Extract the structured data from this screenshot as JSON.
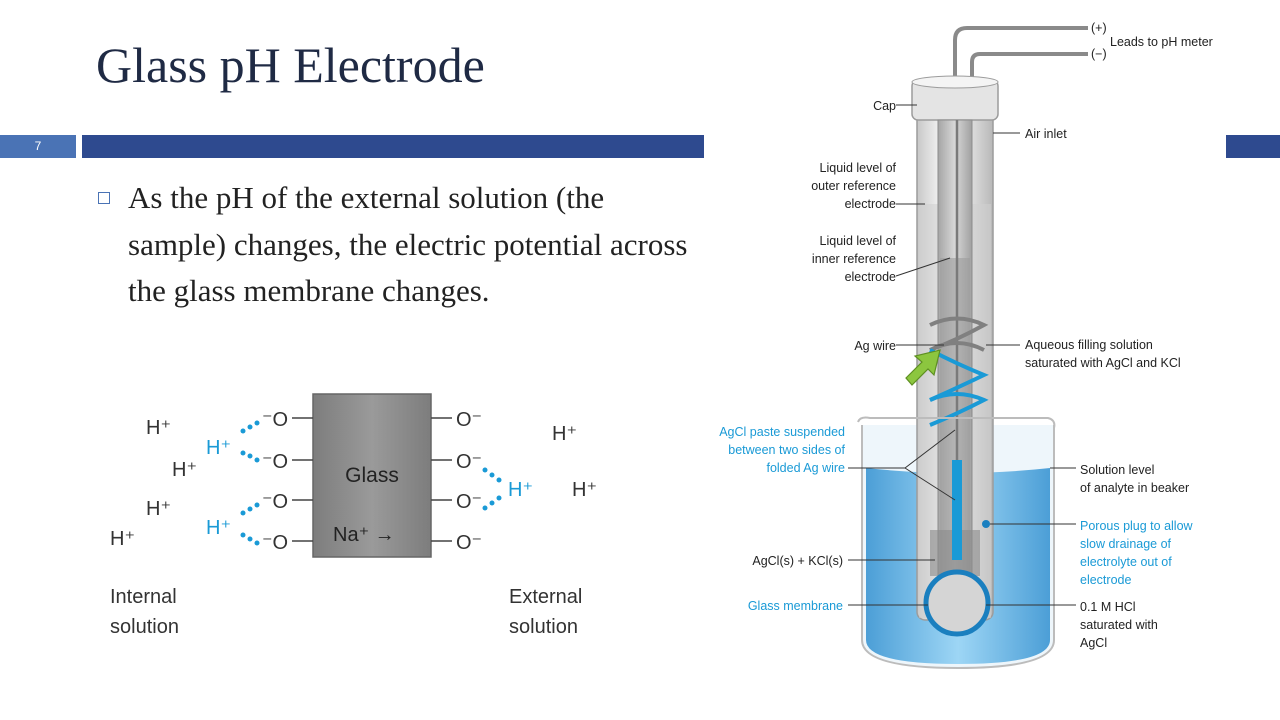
{
  "slide": {
    "title": "Glass pH Electrode",
    "number": "7",
    "bullet": "As the pH of  the external solution (the sample) changes, the electric potential across the glass membrane changes."
  },
  "membrane_diagram": {
    "glass_label": "Glass",
    "na_label": "Na⁺ →",
    "internal_label": [
      "Internal",
      "solution"
    ],
    "external_label": [
      "External",
      "solution"
    ],
    "h_plus": "H⁺",
    "o_minus_left": "⁻O",
    "o_minus_right": "O⁻"
  },
  "electrode_diagram": {
    "plus": "(+)",
    "minus": "(−)",
    "leads": "Leads to pH meter",
    "cap": "Cap",
    "air_inlet": "Air inlet",
    "outer_level": [
      "Liquid level of",
      "outer reference",
      "electrode"
    ],
    "inner_level": [
      "Liquid level of",
      "inner reference",
      "electrode"
    ],
    "ag_wire": "Ag wire",
    "filling": [
      "Aqueous filling solution",
      "saturated with AgCl and KCl"
    ],
    "agcl_paste": [
      "AgCl paste suspended",
      "between two sides of",
      "folded Ag wire"
    ],
    "solution_level": [
      "Solution level",
      "of analyte in beaker"
    ],
    "porous_plug": [
      "Porous plug to allow",
      "slow drainage of",
      "electrolyte out of",
      "electrode"
    ],
    "agcl_kcl": "AgCl(s) + KCl(s)",
    "glass_membrane": "Glass membrane",
    "hcl": [
      "0.1 M HCl",
      "saturated with",
      "AgCl"
    ]
  },
  "colors": {
    "title": "#1f2a44",
    "band": "#2e4a8f",
    "accent_blue": "#1a9ad6",
    "glass_gray": "#8c8c8c",
    "arrow_green": "#8cc63f"
  }
}
